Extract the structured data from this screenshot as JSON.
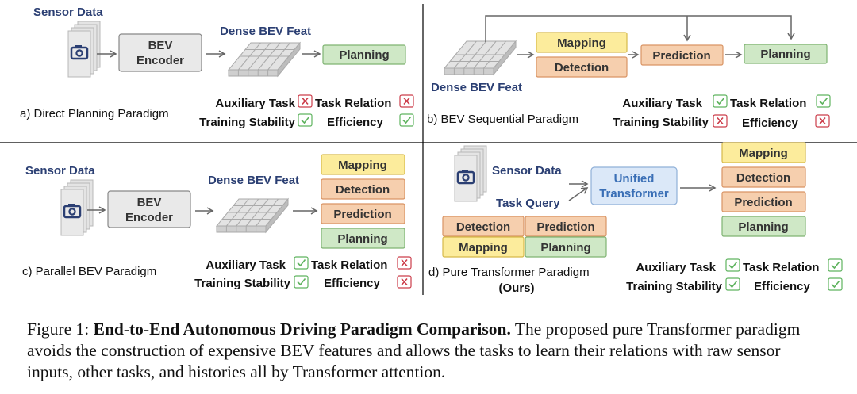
{
  "colors": {
    "navy": "#2b3f73",
    "mapping": "#fcec9c",
    "detection": "#f6cfae",
    "prediction": "#f6cfae",
    "planning": "#cfe8c6",
    "transformer": "#dbe8f8",
    "encoder": "#e9e9e9",
    "check": "#5fb35f",
    "cross": "#cc3d4a"
  },
  "icons": [
    "camera-icon",
    "bev-grid-icon",
    "check-icon",
    "cross-icon",
    "arrow-icon"
  ],
  "panel_a": {
    "sensor_label": "Sensor Data",
    "encoder_line1": "BEV",
    "encoder_line2": "Encoder",
    "feat_label": "Dense BEV Feat",
    "planning": "Planning",
    "caption": "a) Direct Planning Paradigm",
    "aux": "Auxiliary Task",
    "rel": "Task Relation",
    "stab": "Training Stability",
    "eff": "Efficiency"
  },
  "panel_b": {
    "mapping": "Mapping",
    "detection": "Detection",
    "prediction": "Prediction",
    "planning": "Planning",
    "feat_label": "Dense BEV Feat",
    "caption": "b) BEV Sequential Paradigm",
    "aux": "Auxiliary Task",
    "rel": "Task Relation",
    "stab": "Training Stability",
    "eff": "Efficiency"
  },
  "panel_c": {
    "sensor_label": "Sensor Data",
    "encoder_line1": "BEV",
    "encoder_line2": "Encoder",
    "feat_label": "Dense BEV Feat",
    "mapping": "Mapping",
    "detection": "Detection",
    "prediction": "Prediction",
    "planning": "Planning",
    "caption": "c) Parallel BEV Paradigm",
    "aux": "Auxiliary Task",
    "rel": "Task Relation",
    "stab": "Training Stability",
    "eff": "Efficiency"
  },
  "panel_d": {
    "sensor_label": "Sensor Data",
    "transformer_line1": "Unified",
    "transformer_line2": "Transformer",
    "task_query": "Task Query",
    "q_detection": "Detection",
    "q_prediction": "Prediction",
    "q_mapping": "Mapping",
    "q_planning": "Planning",
    "mapping": "Mapping",
    "detection": "Detection",
    "prediction": "Prediction",
    "planning": "Planning",
    "caption_line1": "d) Pure Transformer Paradigm",
    "caption_line2": "(Ours)",
    "aux": "Auxiliary Task",
    "rel": "Task Relation",
    "stab": "Training Stability",
    "eff": "Efficiency"
  },
  "figure_caption": {
    "label": "Figure 1: ",
    "title": "End-to-End Autonomous Driving Paradigm Comparison.",
    "body": " The proposed pure Transformer paradigm avoids the construction of expensive BEV features and allows the tasks to learn their relations with raw sensor inputs, other tasks, and histories all by Transformer attention."
  }
}
